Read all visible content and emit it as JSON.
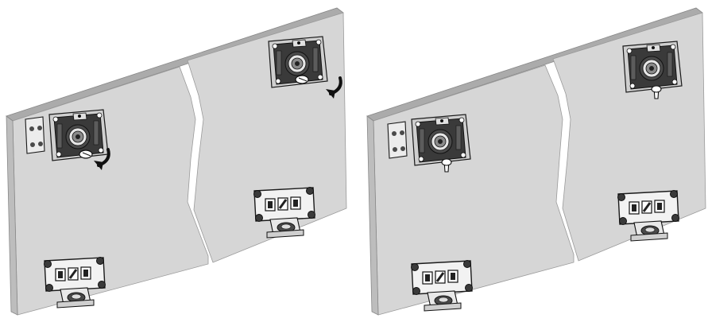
{
  "figure": {
    "panels": [
      {
        "id": "before",
        "door_split": "broken-door",
        "top_left_fitting": {
          "rotation_arrow": "clockwise-arrow",
          "cam_lever": "open"
        },
        "top_right_fitting": {
          "rotation_arrow": "clockwise-arrow",
          "cam_lever": "open"
        }
      },
      {
        "id": "after",
        "door_split": "broken-door",
        "top_left_fitting": {
          "rotation_arrow": null,
          "cam_lever": "locked-down"
        },
        "top_right_fitting": {
          "rotation_arrow": null,
          "cam_lever": "locked-down"
        }
      }
    ],
    "colors": {
      "door_face": "#d6d6d6",
      "door_edge": "#ababab",
      "outline": "#1a1a1a",
      "fitting_dark": "#3a3a3a",
      "fitting_light": "#e4e4e4",
      "break_gap": "#ffffff"
    }
  }
}
